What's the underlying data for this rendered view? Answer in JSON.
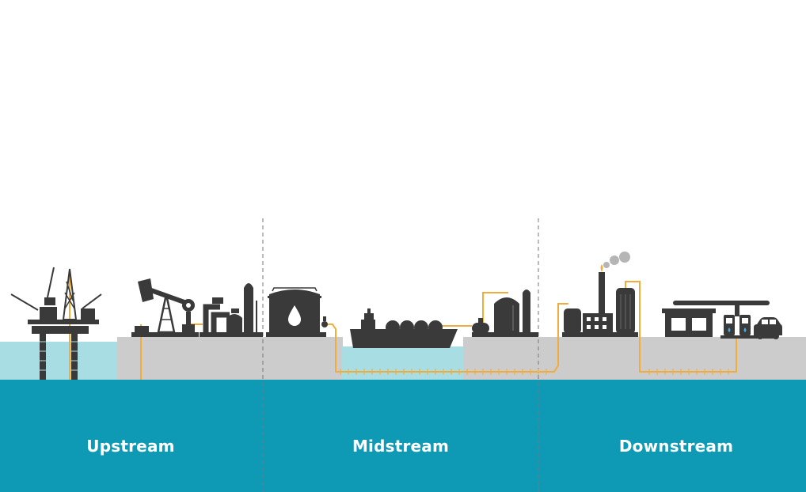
{
  "segments": [
    {
      "label": "Upstream"
    },
    {
      "label": "Midstream"
    },
    {
      "label": "Downstream"
    }
  ],
  "colors": {
    "background": "#ffffff",
    "ground": "#cccccc",
    "water": "#a8dde3",
    "band": "#0e9ab5",
    "silhouette": "#3a3a3a",
    "pipeline": "#f0ac3c",
    "divider": "#777777",
    "smoke": "#b5b5b5"
  },
  "icons": [
    "offshore-platform-icon",
    "pumpjack-icon",
    "processing-plant-icon",
    "storage-tank-icon",
    "tanker-ship-icon",
    "lng-terminal-icon",
    "refinery-icon",
    "gas-station-icon",
    "car-icon"
  ]
}
